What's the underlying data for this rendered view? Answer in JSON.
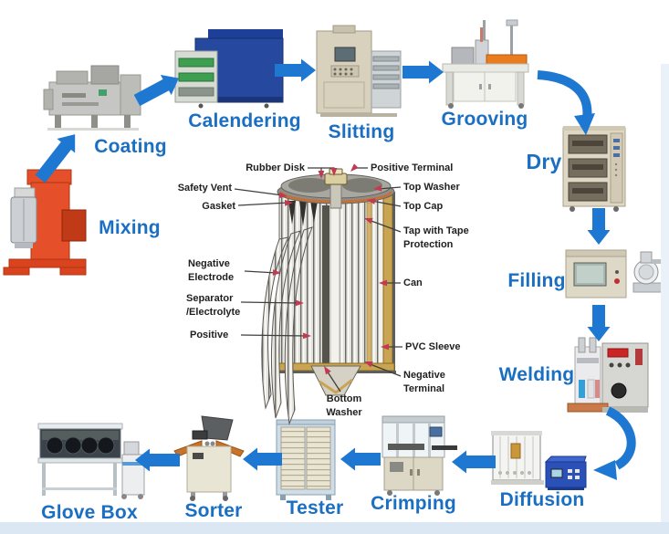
{
  "flow_steps": [
    {
      "id": "mixing",
      "label": "Mixing"
    },
    {
      "id": "coating",
      "label": "Coating"
    },
    {
      "id": "calendering",
      "label": "Calendering"
    },
    {
      "id": "slitting",
      "label": "Slitting"
    },
    {
      "id": "grooving",
      "label": "Grooving"
    },
    {
      "id": "dry",
      "label": "Dry"
    },
    {
      "id": "filling",
      "label": "Filling"
    },
    {
      "id": "welding",
      "label": "Welding"
    },
    {
      "id": "diffusion",
      "label": "Diffusion"
    },
    {
      "id": "crimping",
      "label": "Crimping"
    },
    {
      "id": "tester",
      "label": "Tester"
    },
    {
      "id": "sorter",
      "label": "Sorter"
    },
    {
      "id": "glove_box",
      "label": "Glove Box"
    }
  ],
  "battery_diagram": {
    "callouts": {
      "rubber_disk": "Rubber Disk",
      "safety_vent": "Safety Vent",
      "gasket": "Gasket",
      "negative_electrode": "Negative Electrode",
      "separator_electrolyte": "Separator /Electrolyte",
      "positive": "Positive",
      "bottom_washer": "Bottom Washer",
      "positive_terminal": "Positive Terminal",
      "top_washer": "Top Washer",
      "top_cap": "Top Cap",
      "tap_with_tape_protection": "Tap with Tape Protection",
      "can": "Can",
      "pvc_sleeve": "PVC Sleeve",
      "negative_terminal": "Negative Terminal"
    }
  },
  "colors": {
    "step_label_blue": "#1a6fc2",
    "arrow_blue": "#1e78d2",
    "callout_text": "#1f1f1f",
    "callout_arrow_red": "#c23a50",
    "footer_strip": "#dbe7f3"
  }
}
